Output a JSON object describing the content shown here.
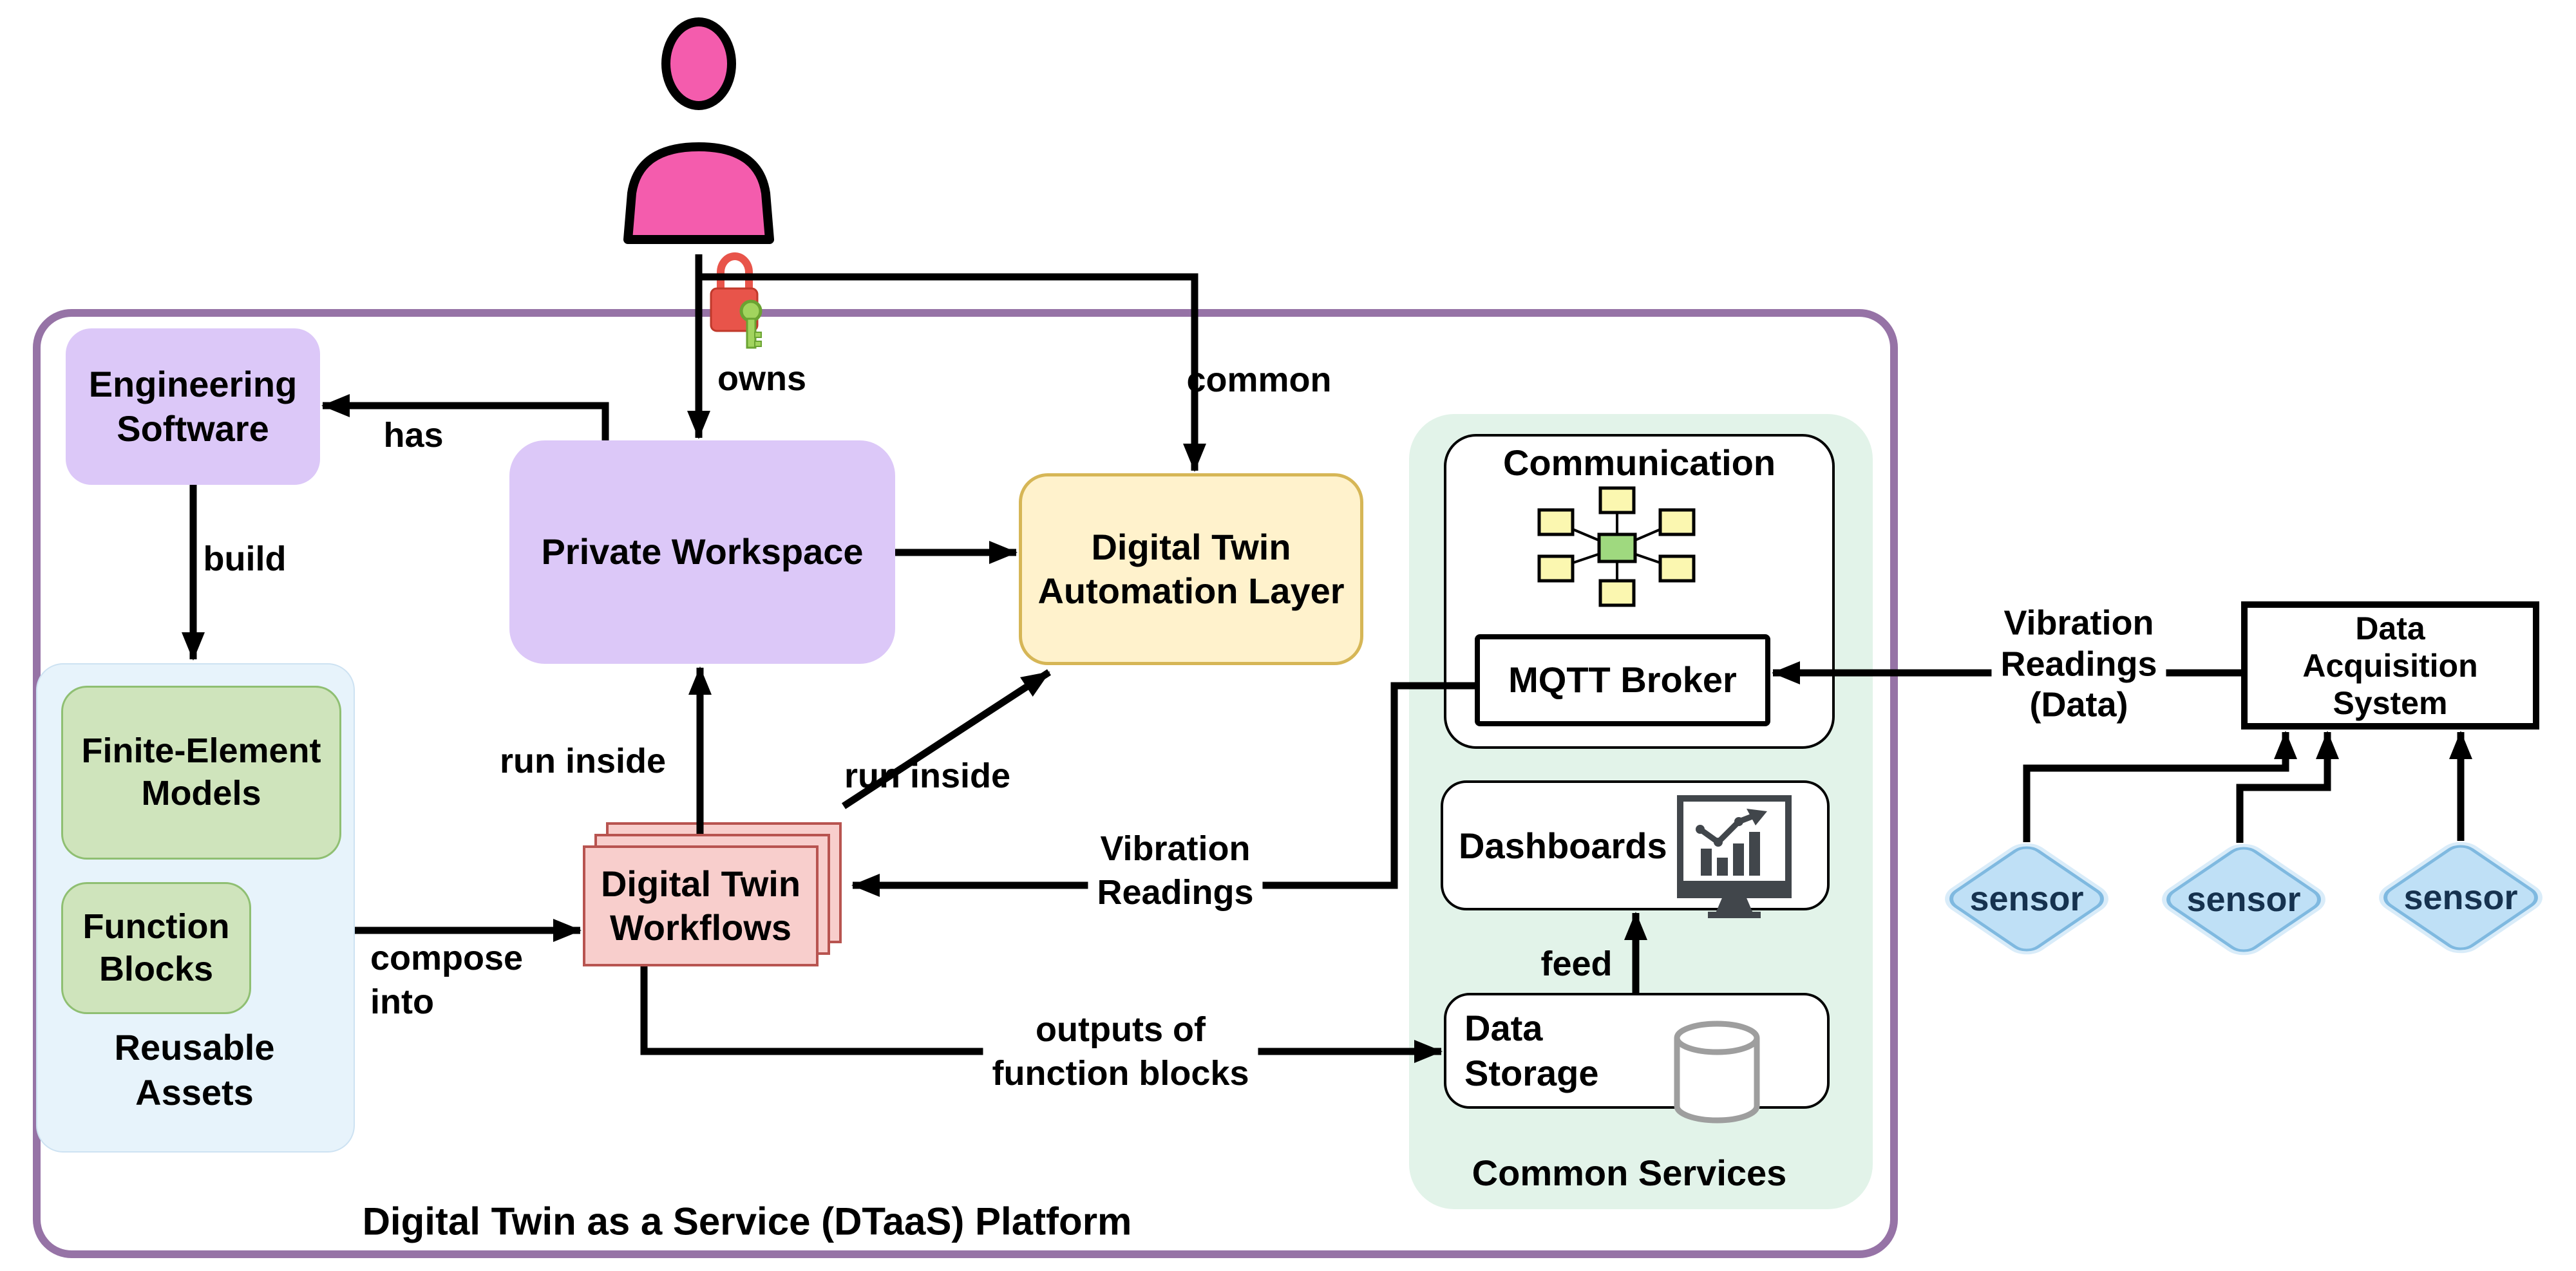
{
  "platform": {
    "label": "Digital Twin as a Service (DTaaS) Platform"
  },
  "actor": {
    "icon": "user-icon",
    "lock_icon": "lock-and-key-icon"
  },
  "nodes": {
    "engineering_software": {
      "label": "Engineering\nSoftware"
    },
    "private_workspace": {
      "label": "Private Workspace"
    },
    "automation_layer": {
      "label": "Digital Twin\nAutomation Layer"
    },
    "finite_element_models": {
      "label": "Finite-Element\nModels"
    },
    "function_blocks": {
      "label": "Function\nBlocks"
    },
    "reusable_assets": {
      "label": "Reusable\nAssets"
    },
    "workflows": {
      "label": "Digital Twin\nWorkflows"
    },
    "communication": {
      "label": "Communication",
      "icon": "network-hub-icon"
    },
    "mqtt_broker": {
      "label": "MQTT Broker"
    },
    "dashboards": {
      "label": "Dashboards",
      "icon": "monitor-chart-icon"
    },
    "data_storage": {
      "label": "Data\nStorage",
      "icon": "database-cylinder-icon"
    },
    "common_services": {
      "label": "Common Services"
    },
    "data_acquisition": {
      "label": "Data\nAcquisition\nSystem"
    },
    "sensor_1": {
      "label": "sensor"
    },
    "sensor_2": {
      "label": "sensor"
    },
    "sensor_3": {
      "label": "sensor"
    }
  },
  "edges": {
    "owns": {
      "label": "owns"
    },
    "common": {
      "label": "common"
    },
    "has": {
      "label": "has"
    },
    "build": {
      "label": "build"
    },
    "compose_into": {
      "label": "compose\ninto"
    },
    "run_inside_left": {
      "label": "run inside"
    },
    "run_inside_right": {
      "label": "run inside"
    },
    "vibration_readings": {
      "label": "Vibration\nReadings"
    },
    "vibration_readings_data": {
      "label": "Vibration\nReadings\n(Data)"
    },
    "outputs_of_function_blocks": {
      "label": "outputs of\nfunction blocks"
    },
    "feed": {
      "label": "feed"
    }
  },
  "colors": {
    "purple-fill": "#DCC8F8",
    "purple-border": "#9673A6",
    "yellow-fill": "#FFF2CC",
    "yellow-border": "#D6B656",
    "pink-fill": "#F8CECC",
    "pink-border": "#B85450",
    "green-fill": "#CFE4BC",
    "green-border": "#8FBF72",
    "blue-panel": "#E7F3FB",
    "mint-panel": "#E2F3E9",
    "sensor-fill": "#BFE0F6",
    "sensor-border": "#7FB9E0",
    "sensor-text": "#16324F",
    "actor-pink": "#F45CAD",
    "lock-red": "#E8544A",
    "key-green": "#A2D45E",
    "icon-dark": "#41464B",
    "ink": "#000000"
  }
}
